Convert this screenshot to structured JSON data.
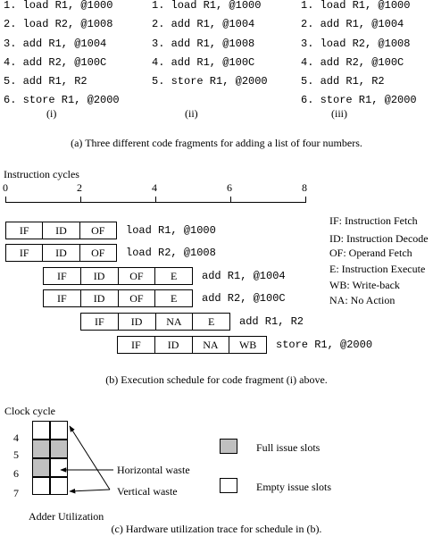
{
  "fragments": {
    "columns": [
      {
        "label": "(i)",
        "lines": [
          "1. load R1, @1000",
          "2. load R2, @1008",
          "3. add R1, @1004",
          "4. add R2, @100C",
          "5. add R1, R2",
          "6. store R1, @2000"
        ]
      },
      {
        "label": "(ii)",
        "lines": [
          "1. load R1, @1000",
          "2. add R1, @1004",
          "3. add R1, @1008",
          "4. add R1, @100C",
          "5. store R1, @2000"
        ]
      },
      {
        "label": "(iii)",
        "lines": [
          "1. load R1, @1000",
          "2. add R1, @1004",
          "3. load R2, @1008",
          "4. add R2, @100C",
          "5. add R1, R2",
          "6. store R1, @2000"
        ]
      }
    ],
    "caption": "(a) Three different code fragments for adding a list of four numbers."
  },
  "schedule": {
    "axis_title": "Instruction cycles",
    "axis_ticks": [
      "0",
      "2",
      "4",
      "6",
      "8"
    ],
    "rows": [
      {
        "stages": [
          "IF",
          "ID",
          "OF"
        ],
        "instruction": "load R1, @1000"
      },
      {
        "stages": [
          "IF",
          "ID",
          "OF"
        ],
        "instruction": "load R2, @1008"
      },
      {
        "stages": [
          "IF",
          "ID",
          "OF",
          "E"
        ],
        "instruction": "add R1, @1004"
      },
      {
        "stages": [
          "IF",
          "ID",
          "OF",
          "E"
        ],
        "instruction": "add R2, @100C"
      },
      {
        "stages": [
          "IF",
          "ID",
          "NA",
          "E"
        ],
        "instruction": "add R1, R2"
      },
      {
        "stages": [
          "IF",
          "ID",
          "NA",
          "WB"
        ],
        "instruction": "store R1, @2000"
      }
    ],
    "legend": [
      "IF: Instruction Fetch",
      "ID: Instruction Decode",
      "OF: Operand Fetch",
      "E: Instruction Execute",
      "WB: Write-back",
      "NA: No Action"
    ],
    "caption": "(b) Execution schedule for code fragment (i) above."
  },
  "utilization": {
    "title": "Clock cycle",
    "cycles": [
      "4",
      "5",
      "6",
      "7"
    ],
    "filled": [
      [
        false,
        false
      ],
      [
        true,
        true
      ],
      [
        true,
        false
      ],
      [
        false,
        false
      ]
    ],
    "horizontal_label": "Horizontal waste",
    "vertical_label": "Vertical waste",
    "bottom_label": "Adder Utilization",
    "legend_full": "Full issue slots",
    "legend_empty": "Empty issue slots",
    "full_color": "#c0c0c0",
    "empty_color": "#ffffff",
    "caption": "(c) Hardware utilization trace for schedule in (b)."
  }
}
